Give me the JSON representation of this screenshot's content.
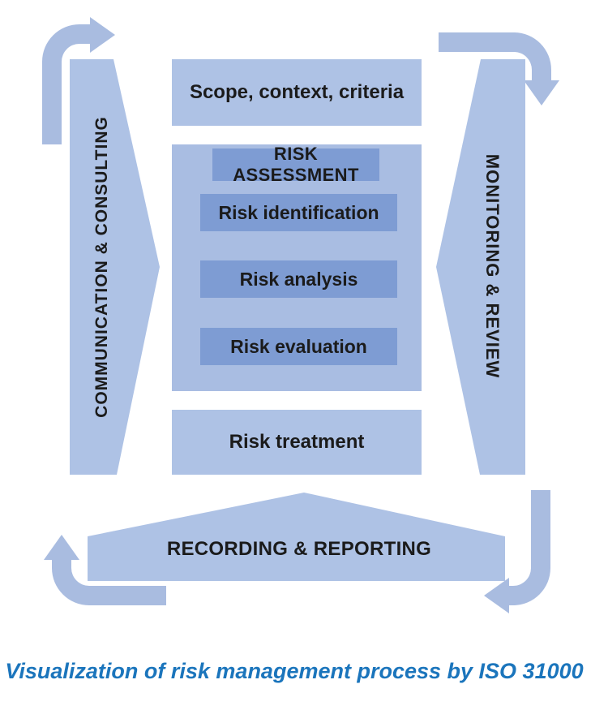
{
  "diagram": {
    "top_box": {
      "label": "Scope, context, criteria"
    },
    "assessment": {
      "title": "RISK ASSESSMENT",
      "steps": [
        "Risk identification",
        "Risk analysis",
        "Risk evaluation"
      ]
    },
    "treatment_box": {
      "label": "Risk treatment"
    },
    "left_band": {
      "label": "COMMUNICATION & CONSULTING"
    },
    "right_band": {
      "label": "MONITORING & REVIEW"
    },
    "bottom_band": {
      "label": "RECORDING & REPORTING"
    },
    "caption": "Visualization of risk management process by ISO 31000",
    "colors": {
      "light": "#aec2e5",
      "container_bg": "#a9bde2",
      "medium": "#7e9cd3",
      "arrow": "#a9bce0",
      "step_arrow": "#8aa5d7",
      "caption": "#1b75bc",
      "text": "#1b1b1b"
    }
  }
}
